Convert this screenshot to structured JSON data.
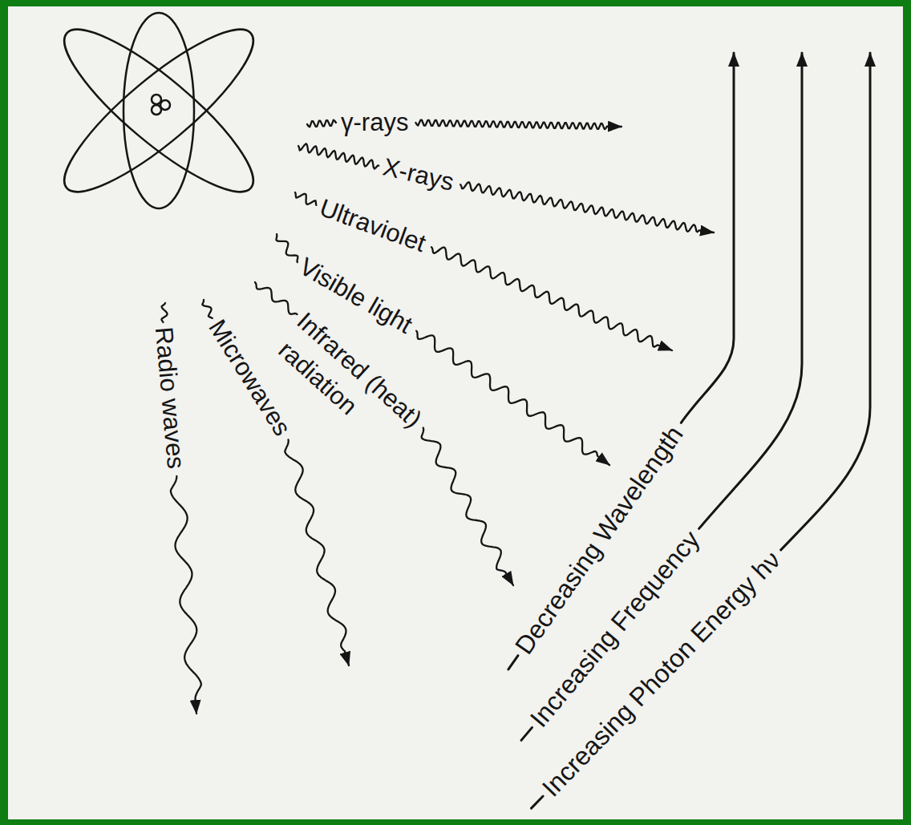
{
  "diagram": {
    "labels": [
      "γ-rays",
      "X-rays",
      "Ultraviolet",
      "Visible light",
      "Infrared (heat)",
      "radiation",
      "Microwaves",
      "Radio waves",
      "Decreasing Wavelength",
      "Increasing Frequency",
      "Increasing Photon Energy hν"
    ]
  }
}
